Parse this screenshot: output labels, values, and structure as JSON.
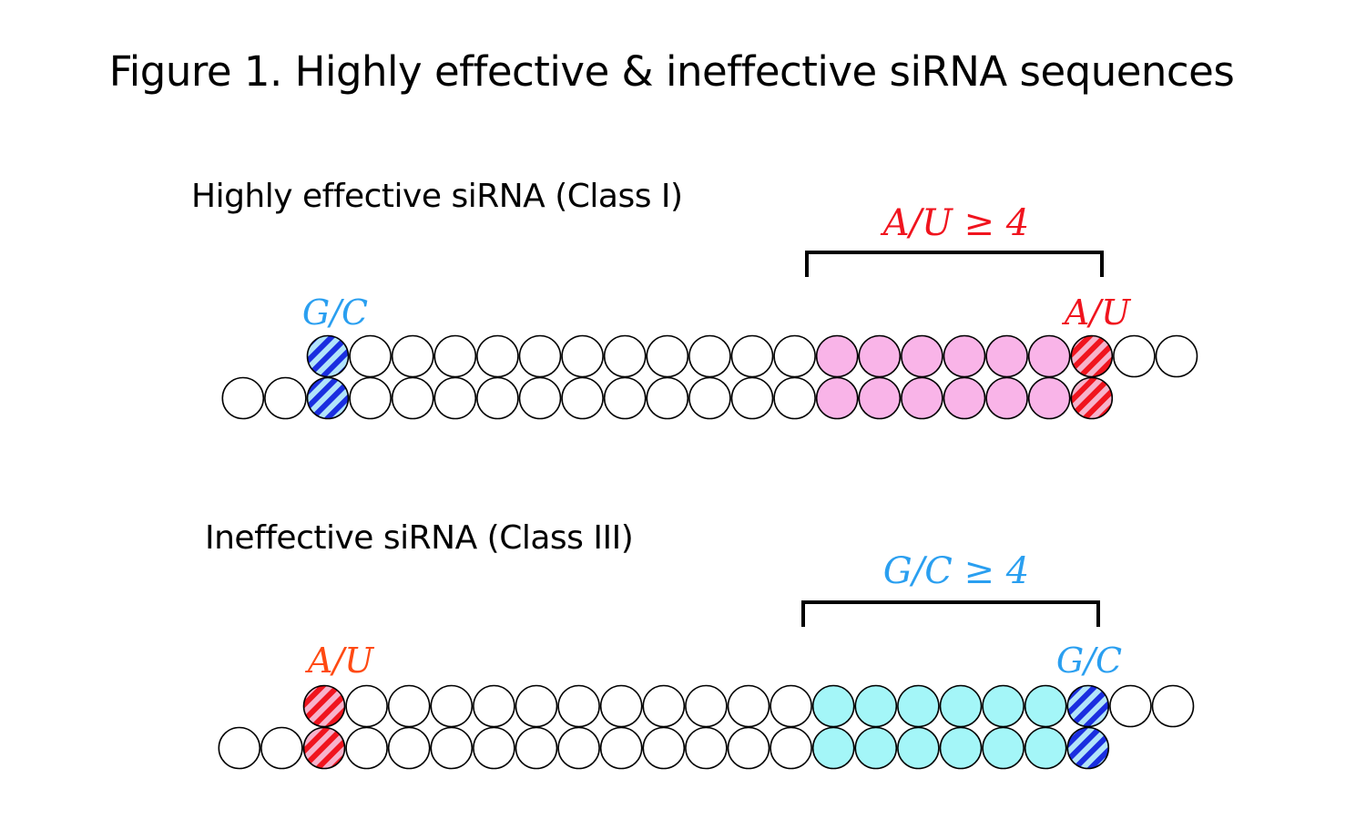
{
  "title": "Figure 1. Highly effective & ineffective siRNA sequences",
  "colors": {
    "red": "#f0141e",
    "orange_red": "#ff4a12",
    "light_blue": "#2a9ff0",
    "navy": "#1a2ee0",
    "pink": "#f9b4e8",
    "cyan": "#a4f6f8",
    "stripe_light_red": "#f7b3cc",
    "stripe_light_blue": "#b2e4fa"
  },
  "panels": [
    {
      "heading": "Highly effective siRNA (Class I)",
      "bracket_label": "A/U ≥ 4",
      "bracket_color": "#f0141e",
      "left_label": "G/C",
      "left_label_color": "#2a9ff0",
      "right_label": "A/U",
      "right_label_color": "#f0141e",
      "left_end": "gc",
      "right_end": "au",
      "region_fill": "pink"
    },
    {
      "heading": "Ineffective siRNA (Class III)",
      "bracket_label": "G/C ≥ 4",
      "bracket_color": "#2a9ff0",
      "left_label": "A/U",
      "left_label_color": "#ff4a12",
      "right_label": "G/C",
      "right_label_color": "#2a9ff0",
      "left_end": "au",
      "right_end": "gc",
      "region_fill": "cyan"
    }
  ]
}
